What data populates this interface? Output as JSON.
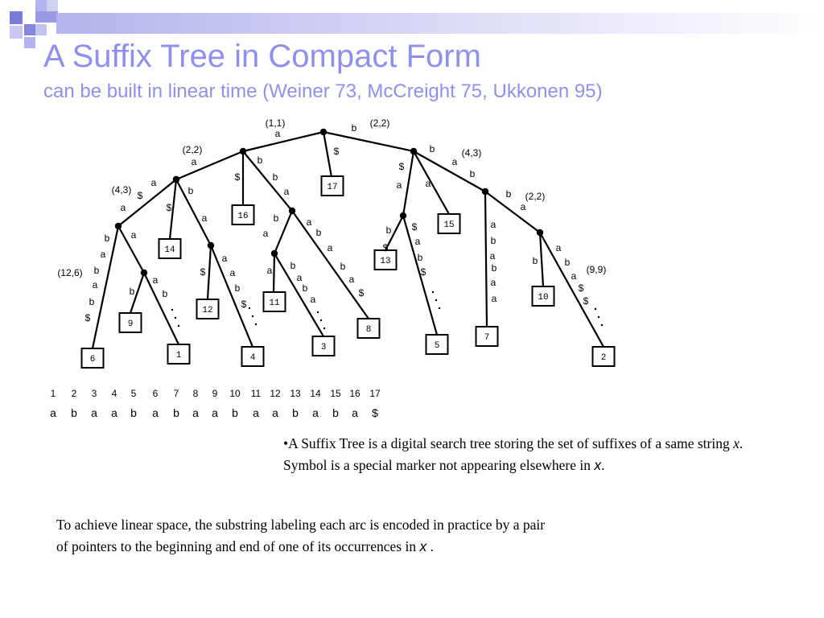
{
  "title": "A Suffix Tree in Compact Form",
  "subtitle": "can be built in linear time (Weiner 73, McCreight  75, Ukkonen 95)",
  "tree": {
    "nodes": [
      "root",
      "n_a",
      "n_b",
      "n_aa",
      "n_ab",
      "n_aab",
      "n_aaba",
      "n_abab",
      "n_aabab",
      "n_bab",
      "n_ba",
      "n_baba",
      "n_baa"
    ],
    "leaves": [
      "6",
      "9",
      "1",
      "14",
      "12",
      "4",
      "16",
      "11",
      "3",
      "8",
      "17",
      "13",
      "5",
      "15",
      "7",
      "10",
      "2"
    ],
    "edge_char_labels": [
      "a",
      "b",
      "$",
      "a",
      "$",
      "b",
      "b",
      "a",
      "$",
      "a",
      "$",
      "b",
      "a",
      "b",
      "a",
      "b",
      "a",
      "b",
      "$",
      "a",
      "b",
      "a",
      "b",
      "a",
      "$",
      "a",
      "b",
      "$",
      "a",
      "b",
      "a",
      "a",
      "b",
      "a",
      "b",
      "a",
      "$",
      "a",
      "b",
      "a",
      "b",
      "a",
      "$",
      "a",
      "b",
      "a",
      "b",
      "a",
      "b",
      "a",
      "b",
      "$",
      "$",
      "a",
      "b",
      "$",
      "a",
      "b",
      "a",
      "b",
      "a",
      "a",
      "b",
      "a",
      "b",
      "a",
      "$",
      "$",
      "a",
      "b",
      "a",
      "$",
      "a",
      "b",
      "a",
      "b",
      "a",
      "$",
      "a",
      "b",
      "a"
    ],
    "pair_labels": [
      "(1,1)",
      "(2,2)",
      "(2,2)",
      "(4,3)",
      "(4,3)",
      "(12,6)",
      "(2,2)",
      "(9,9)"
    ],
    "ellipsis": "· · ·"
  },
  "string": {
    "indices": [
      "1",
      "2",
      "3",
      "4",
      "5",
      "6",
      "7",
      "8",
      "9",
      "10",
      "11",
      "12",
      "13",
      "14",
      "15",
      "16",
      "17"
    ],
    "chars": [
      "a",
      "b",
      "a",
      "a",
      "b",
      "a",
      "b",
      "a",
      "a",
      "b",
      "a",
      "a",
      "b",
      "a",
      "b",
      "a",
      "$"
    ]
  },
  "paragraph1": {
    "bullet": "•",
    "text1": "A Suffix Tree is a digital search tree storing the set of suffixes of a same string ",
    "var": "x",
    "text2": ". Symbol  is a special marker not appearing elsewhere in ",
    "var2": "x",
    "end": "."
  },
  "paragraph2": {
    "text": "To achieve linear space, the substring labeling each arc is encoded in practice by a pair of pointers to the beginning and end of one of its occurrences in ",
    "var": "x",
    "end": " ."
  },
  "colors": {
    "title": "#8f8ff0",
    "deco_dark": "#7b7bd9",
    "deco_light": "#b3b3ee",
    "edge": "#000000"
  }
}
